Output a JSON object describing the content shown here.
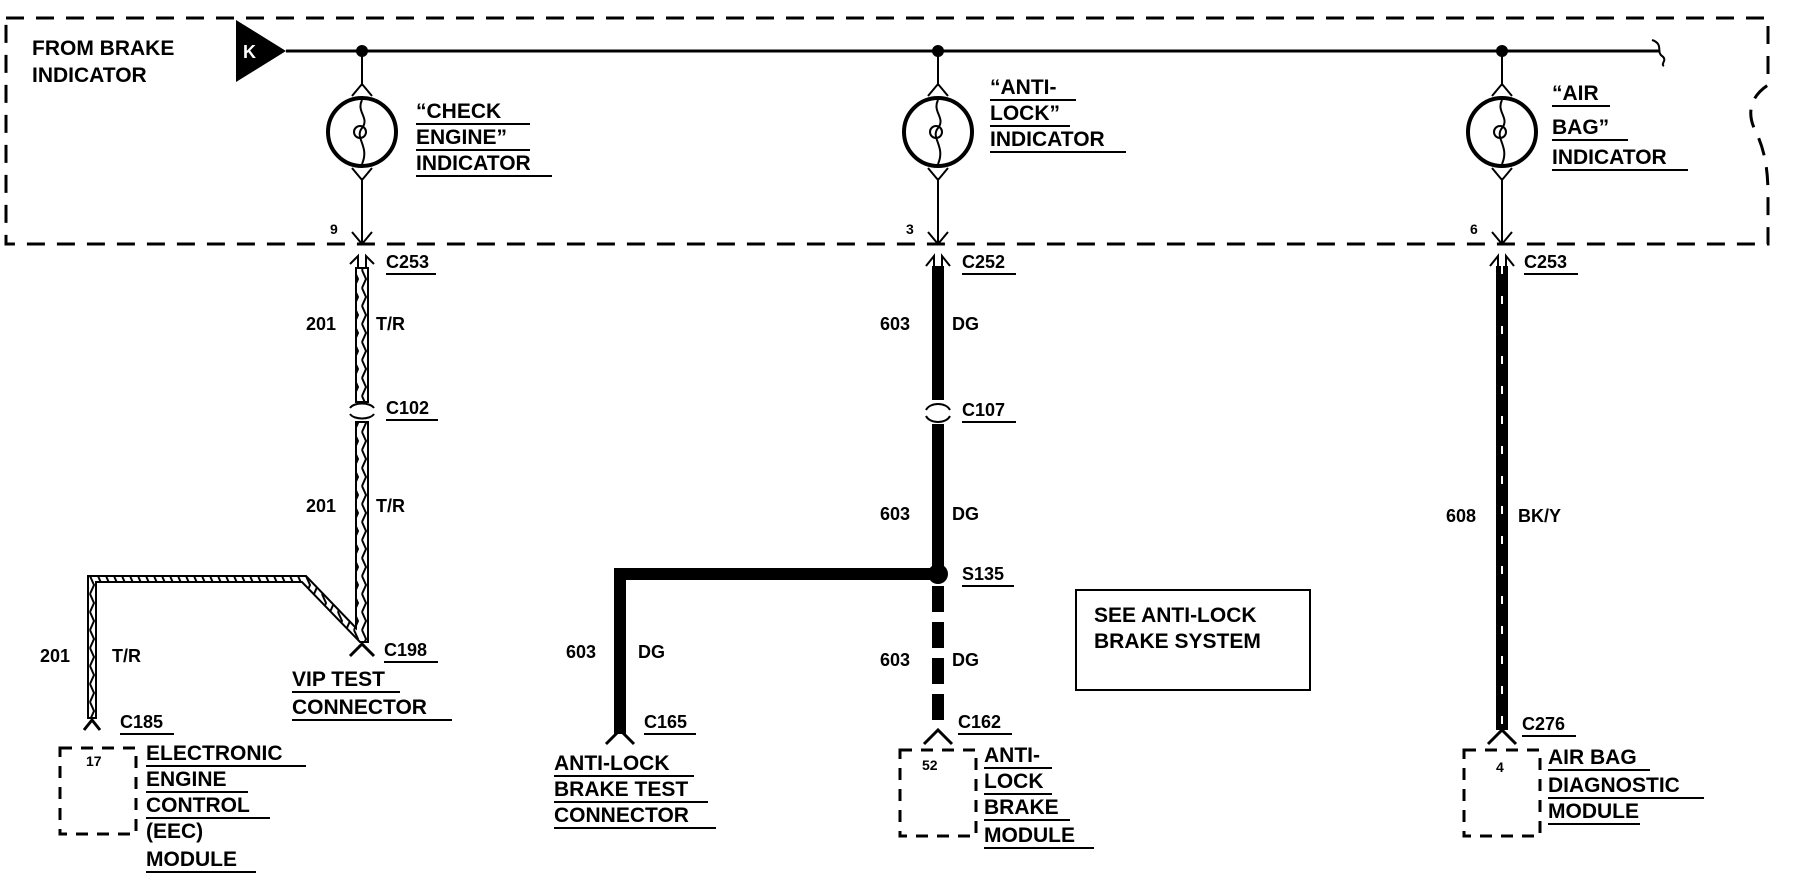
{
  "source": {
    "label_line1": "FROM BRAKE",
    "label_line2": "INDICATOR",
    "connector_symbol": "K"
  },
  "indicators": [
    {
      "lines": [
        "“CHECK",
        "ENGINE”",
        "INDICATOR"
      ],
      "pin": "9",
      "connector": "C253"
    },
    {
      "lines": [
        "“ANTI-",
        "LOCK”",
        "INDICATOR"
      ],
      "pin": "3",
      "connector": "C252"
    },
    {
      "lines": [
        "“AIR",
        "BAG”",
        "INDICATOR"
      ],
      "pin": "6",
      "connector": "C253"
    }
  ],
  "circuits": {
    "left": {
      "upper_wire": {
        "number": "201",
        "color": "T/R"
      },
      "inline_connector": "C102",
      "lower_wire": {
        "number": "201",
        "color": "T/R"
      },
      "test_connector": "C198",
      "test_connector_label": [
        "VIP TEST",
        "CONNECTOR"
      ],
      "branch_wire": {
        "number": "201",
        "color": "T/R"
      },
      "module_connector": "C185",
      "module_pin": "17",
      "module_label": [
        "ELECTRONIC",
        "ENGINE",
        "CONTROL",
        "(EEC)",
        "MODULE"
      ]
    },
    "middle": {
      "upper_wire": {
        "number": "603",
        "color": "DG"
      },
      "inline_connector": "C107",
      "lower_wire": {
        "number": "603",
        "color": "DG"
      },
      "splice": "S135",
      "branch_wire": {
        "number": "603",
        "color": "DG"
      },
      "branch_connector": "C165",
      "branch_label": [
        "ANTI-LOCK",
        "BRAKE TEST",
        "CONNECTOR"
      ],
      "bottom_wire": {
        "number": "603",
        "color": "DG"
      },
      "module_connector": "C162",
      "module_pin": "52",
      "module_label": [
        "ANTI-",
        "LOCK",
        "BRAKE",
        "MODULE"
      ],
      "note": [
        "SEE ANTI-LOCK",
        "BRAKE SYSTEM"
      ]
    },
    "right": {
      "wire": {
        "number": "608",
        "color": "BK/Y"
      },
      "module_connector": "C276",
      "module_pin": "4",
      "module_label": [
        "AIR BAG",
        "DIAGNOSTIC",
        "MODULE"
      ]
    }
  }
}
